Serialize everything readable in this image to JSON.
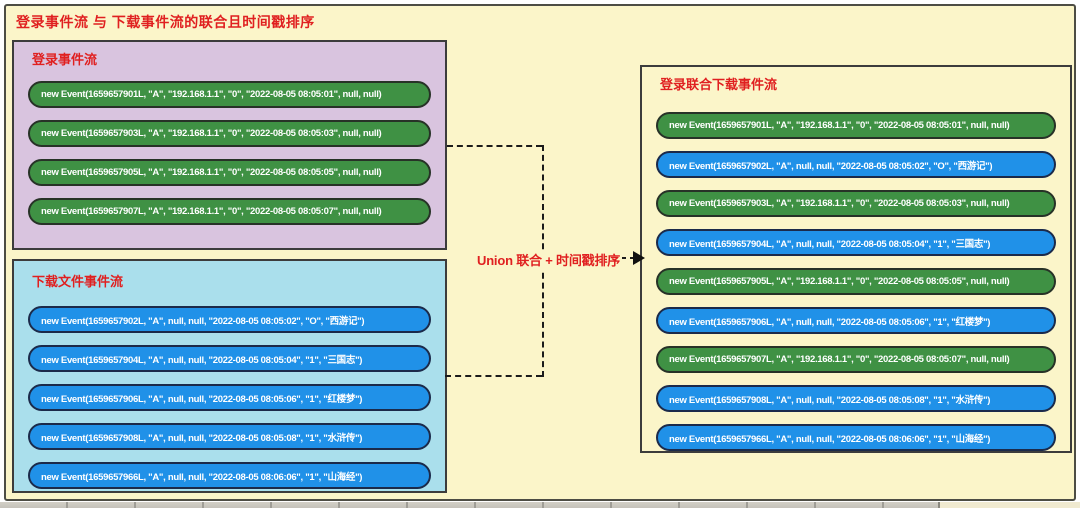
{
  "page_title": "登录事件流 与 下载事件流的联合且时间戳排序",
  "union_label": "Union 联合 + 时间戳排序",
  "login_stream": {
    "title": "登录事件流",
    "events": [
      "new Event(1659657901L, \"A\", \"192.168.1.1\", \"0\", \"2022-08-05 08:05:01\", null, null)",
      "new Event(1659657903L, \"A\", \"192.168.1.1\", \"0\", \"2022-08-05 08:05:03\", null, null)",
      "new Event(1659657905L, \"A\", \"192.168.1.1\", \"0\", \"2022-08-05 08:05:05\", null, null)",
      "new Event(1659657907L, \"A\", \"192.168.1.1\", \"0\", \"2022-08-05 08:05:07\", null, null)"
    ]
  },
  "download_stream": {
    "title": "下载文件事件流",
    "events": [
      "new Event(1659657902L, \"A\", null, null, \"2022-08-05 08:05:02\", \"O\", \"西游记\")",
      "new Event(1659657904L, \"A\", null, null, \"2022-08-05 08:05:04\", \"1\", \"三国志\")",
      "new Event(1659657906L, \"A\", null, null, \"2022-08-05 08:05:06\", \"1\", \"红楼梦\")",
      "new Event(1659657908L, \"A\", null, null, \"2022-08-05 08:05:08\", \"1\", \"水浒传\")",
      "new Event(1659657966L, \"A\", null, null, \"2022-08-05 08:06:06\", \"1\", \"山海经\")"
    ]
  },
  "merged_stream": {
    "title": "登录联合下载事件流",
    "events": [
      {
        "type": "login",
        "text": "new Event(1659657901L, \"A\", \"192.168.1.1\", \"0\", \"2022-08-05 08:05:01\", null, null)"
      },
      {
        "type": "download",
        "text": "new Event(1659657902L, \"A\", null, null, \"2022-08-05 08:05:02\", \"O\", \"西游记\")"
      },
      {
        "type": "login",
        "text": "new Event(1659657903L, \"A\", \"192.168.1.1\", \"0\", \"2022-08-05 08:05:03\", null, null)"
      },
      {
        "type": "download",
        "text": "new Event(1659657904L, \"A\", null, null, \"2022-08-05 08:05:04\", \"1\", \"三国志\")"
      },
      {
        "type": "login",
        "text": "new Event(1659657905L, \"A\", \"192.168.1.1\", \"0\", \"2022-08-05 08:05:05\", null, null)"
      },
      {
        "type": "download",
        "text": "new Event(1659657906L, \"A\", null, null, \"2022-08-05 08:05:06\", \"1\", \"红楼梦\")"
      },
      {
        "type": "login",
        "text": "new Event(1659657907L, \"A\", \"192.168.1.1\", \"0\", \"2022-08-05 08:05:07\", null, null)"
      },
      {
        "type": "download",
        "text": "new Event(1659657908L, \"A\", null, null, \"2022-08-05 08:05:08\", \"1\", \"水浒传\")"
      },
      {
        "type": "download",
        "text": "new Event(1659657966L, \"A\", null, null, \"2022-08-05 08:06:06\", \"1\", \"山海经\")"
      }
    ]
  },
  "colors": {
    "canvas_bg": "#fbf5c9",
    "login_box_bg": "#d9c4df",
    "download_box_bg": "#aadfec",
    "login_pill": "#3f9144",
    "download_pill": "#2091e8",
    "accent_red": "#e02020",
    "line_color": "#1b1b1b"
  }
}
